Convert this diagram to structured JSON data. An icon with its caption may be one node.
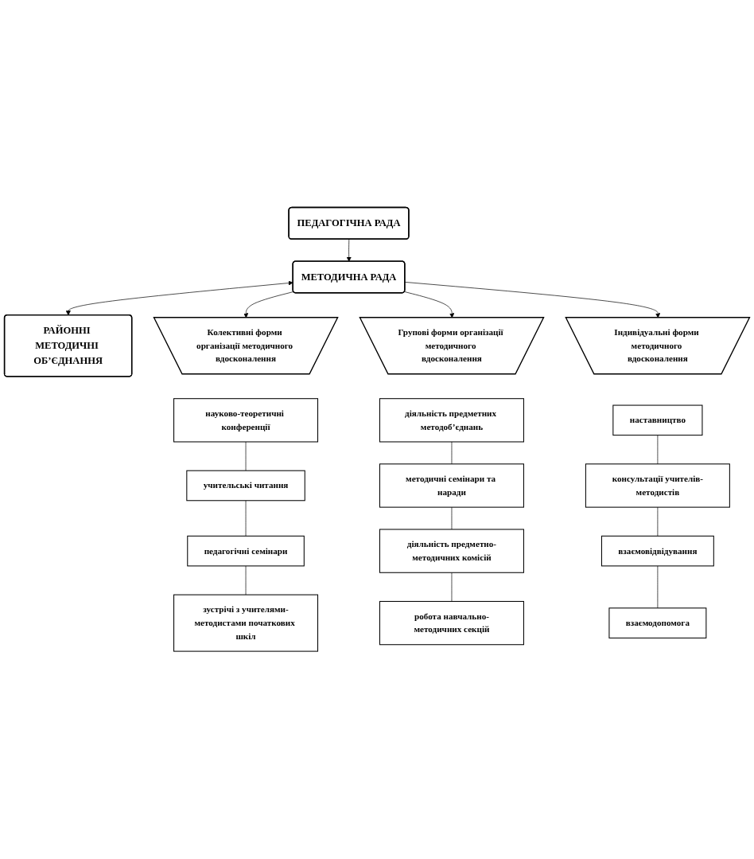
{
  "diagram": {
    "nodes": [
      {
        "text": [
          "ПЕДАГОГІЧНА РАДА"
        ]
      },
      {
        "text": [
          "МЕТОДИЧНА РАДА"
        ]
      },
      {
        "text": [
          "РАЙОННІ МЕТОДИЧНІ ОБ’ЄДНАННЯ"
        ]
      },
      {
        "text": [
          "Колективні форми організації методичного вдосконалення"
        ]
      },
      {
        "text": [
          "Групові форми організації методичного вдосконалення"
        ]
      },
      {
        "text": [
          "Індивідуальні форми методичного вдосконалення"
        ]
      },
      {
        "text": [
          "науково-теоретичні конференції"
        ]
      },
      {
        "text": [
          "учительські читання"
        ]
      },
      {
        "text": [
          "педагогічні семінари"
        ]
      },
      {
        "text": [
          "зустрічі з учителями-методистами початкових шкіл"
        ]
      },
      {
        "text": [
          "діяльність предметних методоб’єднань"
        ]
      },
      {
        "text": [
          "методичні семінари та наради"
        ]
      },
      {
        "text": [
          "діяльність предметно-методичних комісій"
        ]
      },
      {
        "text": [
          "робота навчально-методичних секцій"
        ]
      },
      {
        "text": [
          "наставництво"
        ]
      },
      {
        "text": [
          "консультації учителів-методистів"
        ]
      },
      {
        "text": [
          "взаємовідвідування"
        ]
      },
      {
        "text": [
          "взаємодопомога"
        ]
      }
    ],
    "edges": [
      {
        "from": 0,
        "to": 1,
        "arrow": "to"
      },
      {
        "from": 1,
        "to": 2,
        "arrow": "both"
      },
      {
        "from": 1,
        "to": 3,
        "arrow": "to"
      },
      {
        "from": 1,
        "to": 4,
        "arrow": "to"
      },
      {
        "from": 1,
        "to": 5,
        "arrow": "to"
      },
      {
        "from": 6,
        "to": 7,
        "arrow": "none"
      },
      {
        "from": 7,
        "to": 8,
        "arrow": "none"
      },
      {
        "from": 8,
        "to": 9,
        "arrow": "none"
      },
      {
        "from": 10,
        "to": 11,
        "arrow": "none"
      },
      {
        "from": 11,
        "to": 12,
        "arrow": "none"
      },
      {
        "from": 12,
        "to": 13,
        "arrow": "none"
      },
      {
        "from": 14,
        "to": 15,
        "arrow": "none"
      },
      {
        "from": 15,
        "to": 16,
        "arrow": "none"
      },
      {
        "from": 16,
        "to": 17,
        "arrow": "none"
      }
    ]
  }
}
